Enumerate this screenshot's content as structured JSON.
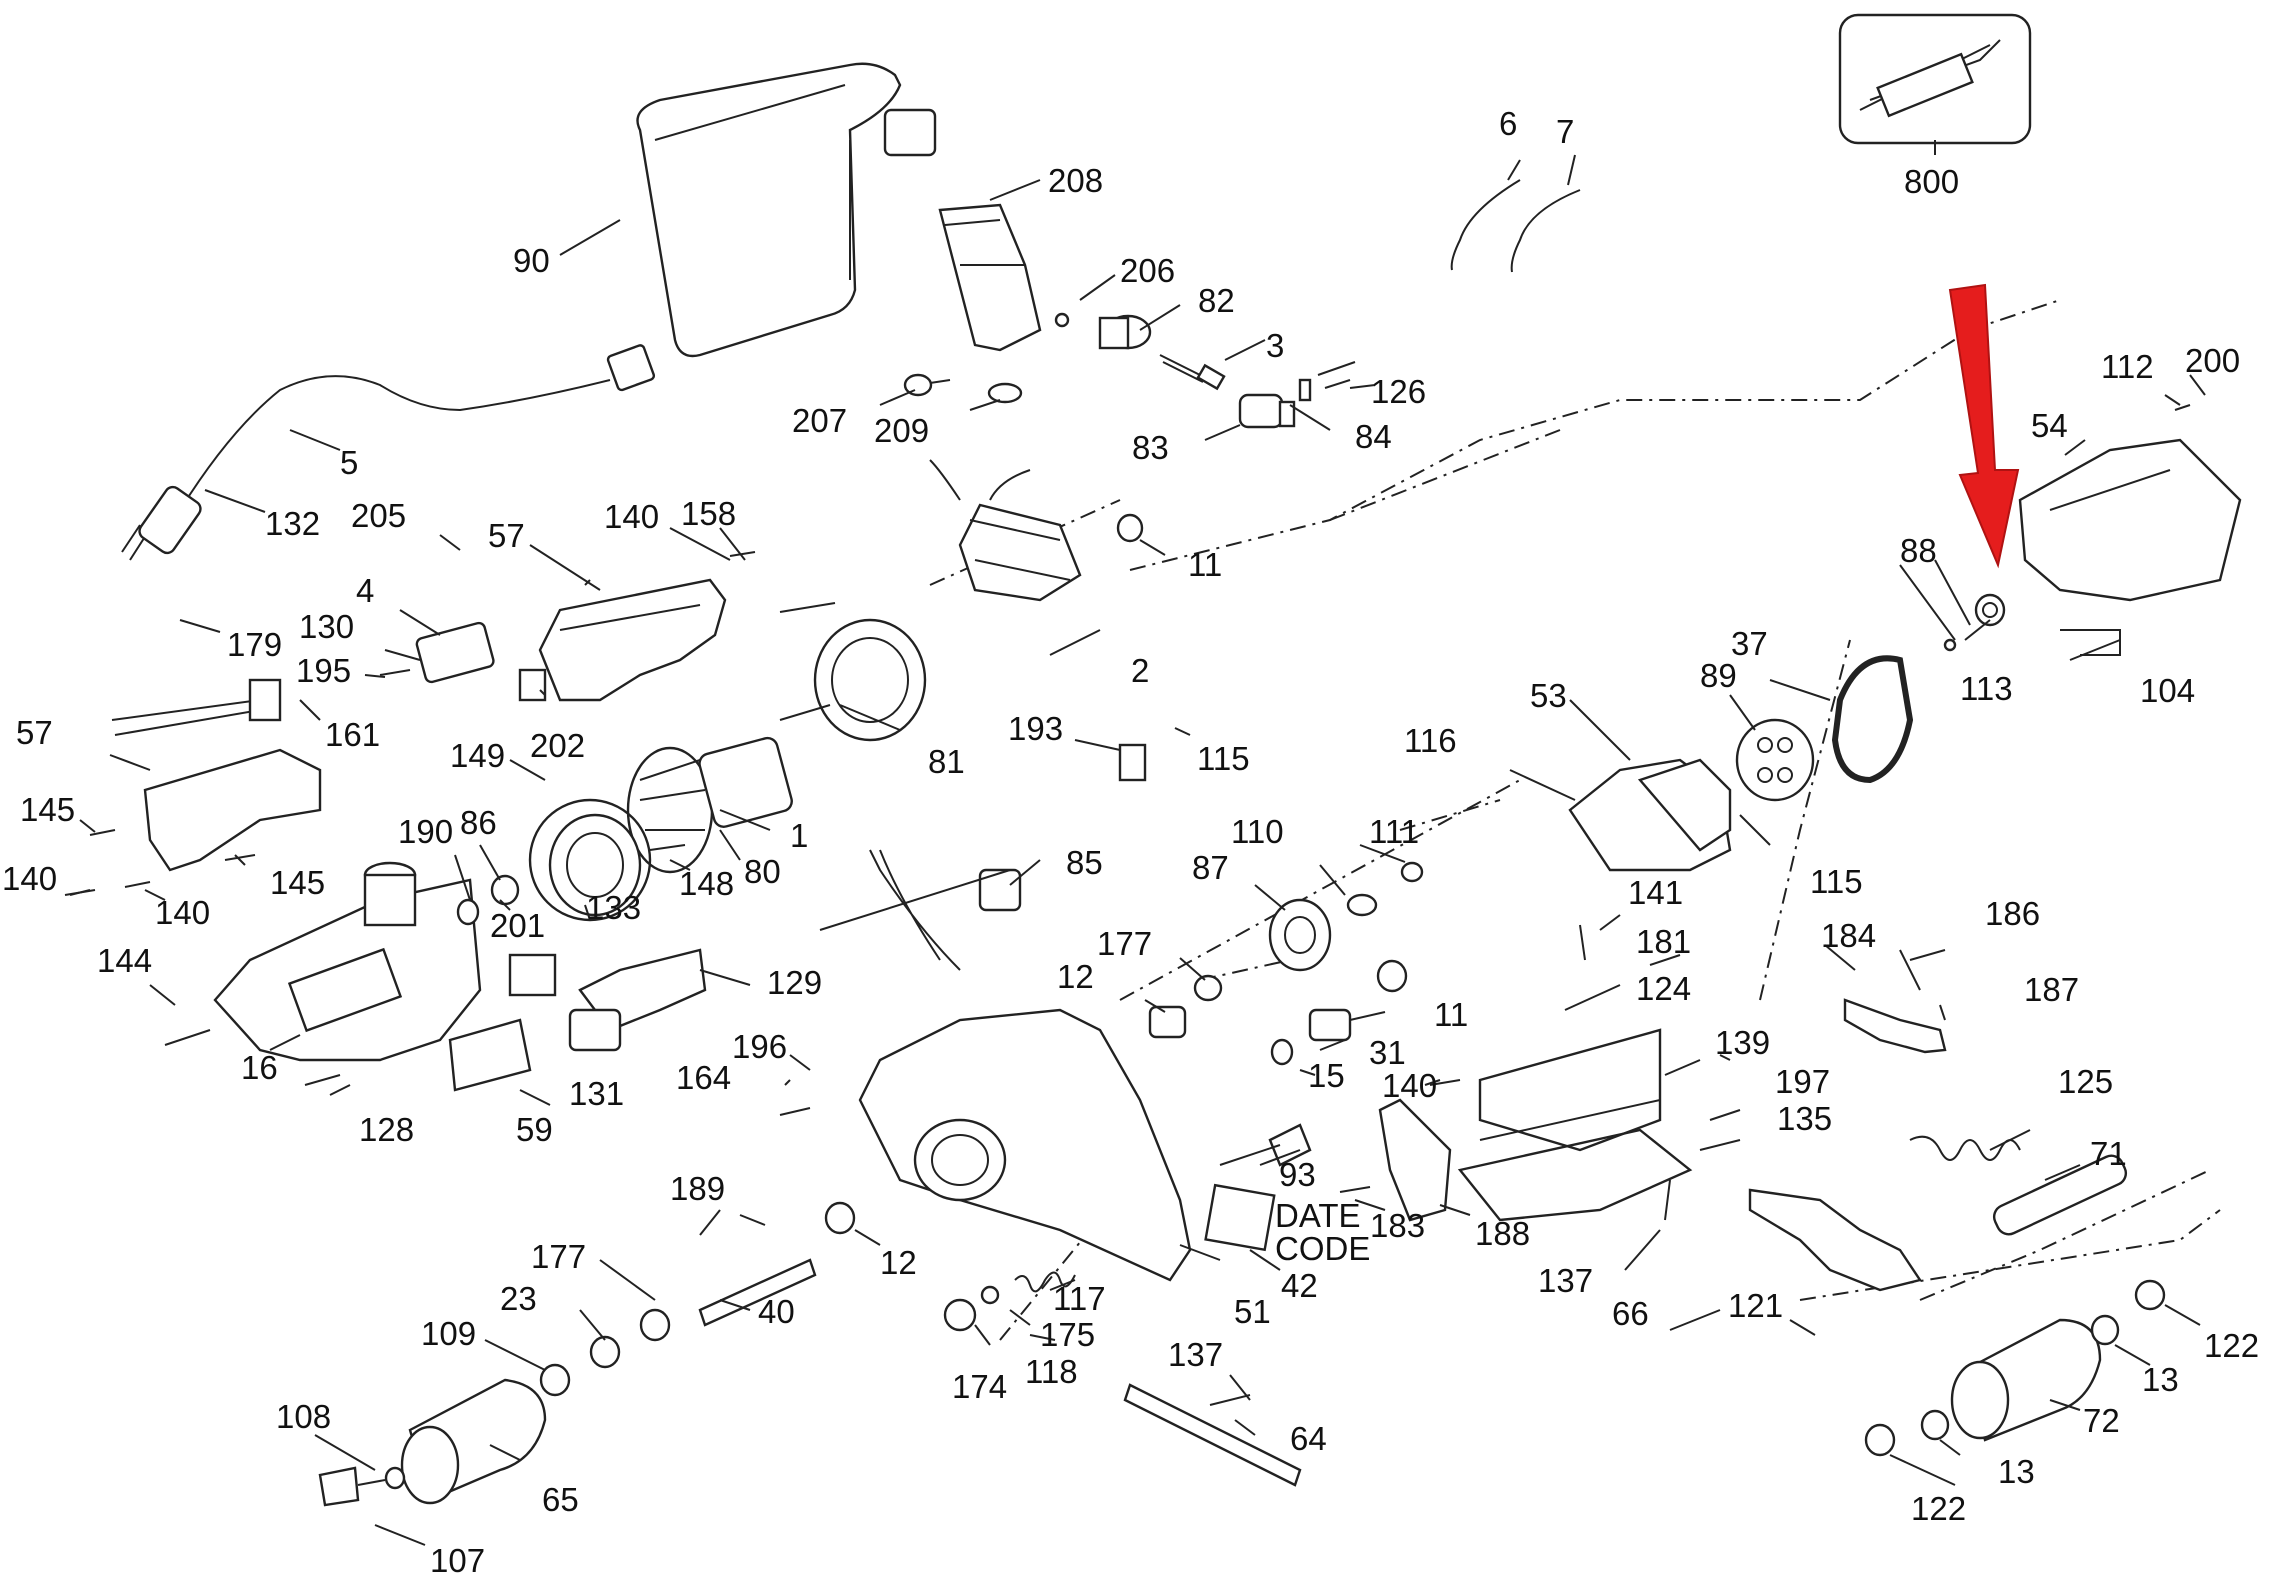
{
  "diagram": {
    "type": "exploded-parts-diagram",
    "colors": {
      "line": "#222222",
      "background": "#ffffff",
      "highlight_arrow": "#e51d1d"
    },
    "date_code_label": [
      "DATE",
      "CODE"
    ],
    "callouts": [
      {
        "id": "c90",
        "text": "90"
      },
      {
        "id": "c208",
        "text": "208"
      },
      {
        "id": "c206",
        "text": "206"
      },
      {
        "id": "c82",
        "text": "82"
      },
      {
        "id": "c3",
        "text": "3"
      },
      {
        "id": "c126",
        "text": "126"
      },
      {
        "id": "c207",
        "text": "207"
      },
      {
        "id": "c209",
        "text": "209"
      },
      {
        "id": "c83",
        "text": "83"
      },
      {
        "id": "c84",
        "text": "84"
      },
      {
        "id": "c6",
        "text": "6"
      },
      {
        "id": "c7",
        "text": "7"
      },
      {
        "id": "c800",
        "text": "800"
      },
      {
        "id": "c5",
        "text": "5"
      },
      {
        "id": "c132",
        "text": "132"
      },
      {
        "id": "c205",
        "text": "205"
      },
      {
        "id": "c57a",
        "text": "57"
      },
      {
        "id": "c140a",
        "text": "140"
      },
      {
        "id": "c158",
        "text": "158"
      },
      {
        "id": "c11a",
        "text": "11"
      },
      {
        "id": "c112",
        "text": "112"
      },
      {
        "id": "c200",
        "text": "200"
      },
      {
        "id": "c54",
        "text": "54"
      },
      {
        "id": "c4",
        "text": "4"
      },
      {
        "id": "c130",
        "text": "130"
      },
      {
        "id": "c195",
        "text": "195"
      },
      {
        "id": "c179",
        "text": "179"
      },
      {
        "id": "c202",
        "text": "202"
      },
      {
        "id": "c2",
        "text": "2"
      },
      {
        "id": "c88",
        "text": "88"
      },
      {
        "id": "c37",
        "text": "37"
      },
      {
        "id": "c113",
        "text": "113"
      },
      {
        "id": "c104",
        "text": "104"
      },
      {
        "id": "c161",
        "text": "161"
      },
      {
        "id": "c57b",
        "text": "57"
      },
      {
        "id": "c149",
        "text": "149"
      },
      {
        "id": "c193",
        "text": "193"
      },
      {
        "id": "c115a",
        "text": "115"
      },
      {
        "id": "c81",
        "text": "81"
      },
      {
        "id": "c53",
        "text": "53"
      },
      {
        "id": "c89",
        "text": "89"
      },
      {
        "id": "c116",
        "text": "116"
      },
      {
        "id": "c145a",
        "text": "145"
      },
      {
        "id": "c190",
        "text": "190"
      },
      {
        "id": "c86",
        "text": "86"
      },
      {
        "id": "c1",
        "text": "1"
      },
      {
        "id": "c111",
        "text": "111"
      },
      {
        "id": "c110",
        "text": "110"
      },
      {
        "id": "c85",
        "text": "85"
      },
      {
        "id": "c87",
        "text": "87"
      },
      {
        "id": "c115b",
        "text": "115"
      },
      {
        "id": "c140b",
        "text": "140"
      },
      {
        "id": "c140c",
        "text": "140"
      },
      {
        "id": "c145b",
        "text": "145"
      },
      {
        "id": "c80",
        "text": "80"
      },
      {
        "id": "c148",
        "text": "148"
      },
      {
        "id": "c201",
        "text": "201"
      },
      {
        "id": "c133",
        "text": "133"
      },
      {
        "id": "c141",
        "text": "141"
      },
      {
        "id": "c177a",
        "text": "177"
      },
      {
        "id": "c181",
        "text": "181"
      },
      {
        "id": "c184",
        "text": "184"
      },
      {
        "id": "c186",
        "text": "186"
      },
      {
        "id": "c144",
        "text": "144"
      },
      {
        "id": "c129",
        "text": "129"
      },
      {
        "id": "c12a",
        "text": "12"
      },
      {
        "id": "c124",
        "text": "124"
      },
      {
        "id": "c11b",
        "text": "11"
      },
      {
        "id": "c187",
        "text": "187"
      },
      {
        "id": "c16",
        "text": "16"
      },
      {
        "id": "c196",
        "text": "196"
      },
      {
        "id": "c31",
        "text": "31"
      },
      {
        "id": "c131",
        "text": "131"
      },
      {
        "id": "c164",
        "text": "164"
      },
      {
        "id": "c15",
        "text": "15"
      },
      {
        "id": "c140d",
        "text": "140"
      },
      {
        "id": "c139",
        "text": "139"
      },
      {
        "id": "c125",
        "text": "125"
      },
      {
        "id": "c128",
        "text": "128"
      },
      {
        "id": "c59",
        "text": "59"
      },
      {
        "id": "c197",
        "text": "197"
      },
      {
        "id": "c135",
        "text": "135"
      },
      {
        "id": "c93",
        "text": "93"
      },
      {
        "id": "c71",
        "text": "71"
      },
      {
        "id": "c189",
        "text": "189"
      },
      {
        "id": "c12b",
        "text": "12"
      },
      {
        "id": "c183",
        "text": "183"
      },
      {
        "id": "c188",
        "text": "188"
      },
      {
        "id": "c177b",
        "text": "177"
      },
      {
        "id": "c117",
        "text": "117"
      },
      {
        "id": "c137a",
        "text": "137"
      },
      {
        "id": "c42",
        "text": "42"
      },
      {
        "id": "c23",
        "text": "23"
      },
      {
        "id": "c40",
        "text": "40"
      },
      {
        "id": "c51",
        "text": "51"
      },
      {
        "id": "c66",
        "text": "66"
      },
      {
        "id": "c121",
        "text": "121"
      },
      {
        "id": "c109",
        "text": "109"
      },
      {
        "id": "c175",
        "text": "175"
      },
      {
        "id": "c122a",
        "text": "122"
      },
      {
        "id": "c174",
        "text": "174"
      },
      {
        "id": "c118",
        "text": "118"
      },
      {
        "id": "c13a",
        "text": "13"
      },
      {
        "id": "c137b",
        "text": "137"
      },
      {
        "id": "c108",
        "text": "108"
      },
      {
        "id": "c72",
        "text": "72"
      },
      {
        "id": "c64",
        "text": "64"
      },
      {
        "id": "c65",
        "text": "65"
      },
      {
        "id": "c13b",
        "text": "13"
      },
      {
        "id": "c122b",
        "text": "122"
      },
      {
        "id": "c107",
        "text": "107"
      }
    ]
  }
}
